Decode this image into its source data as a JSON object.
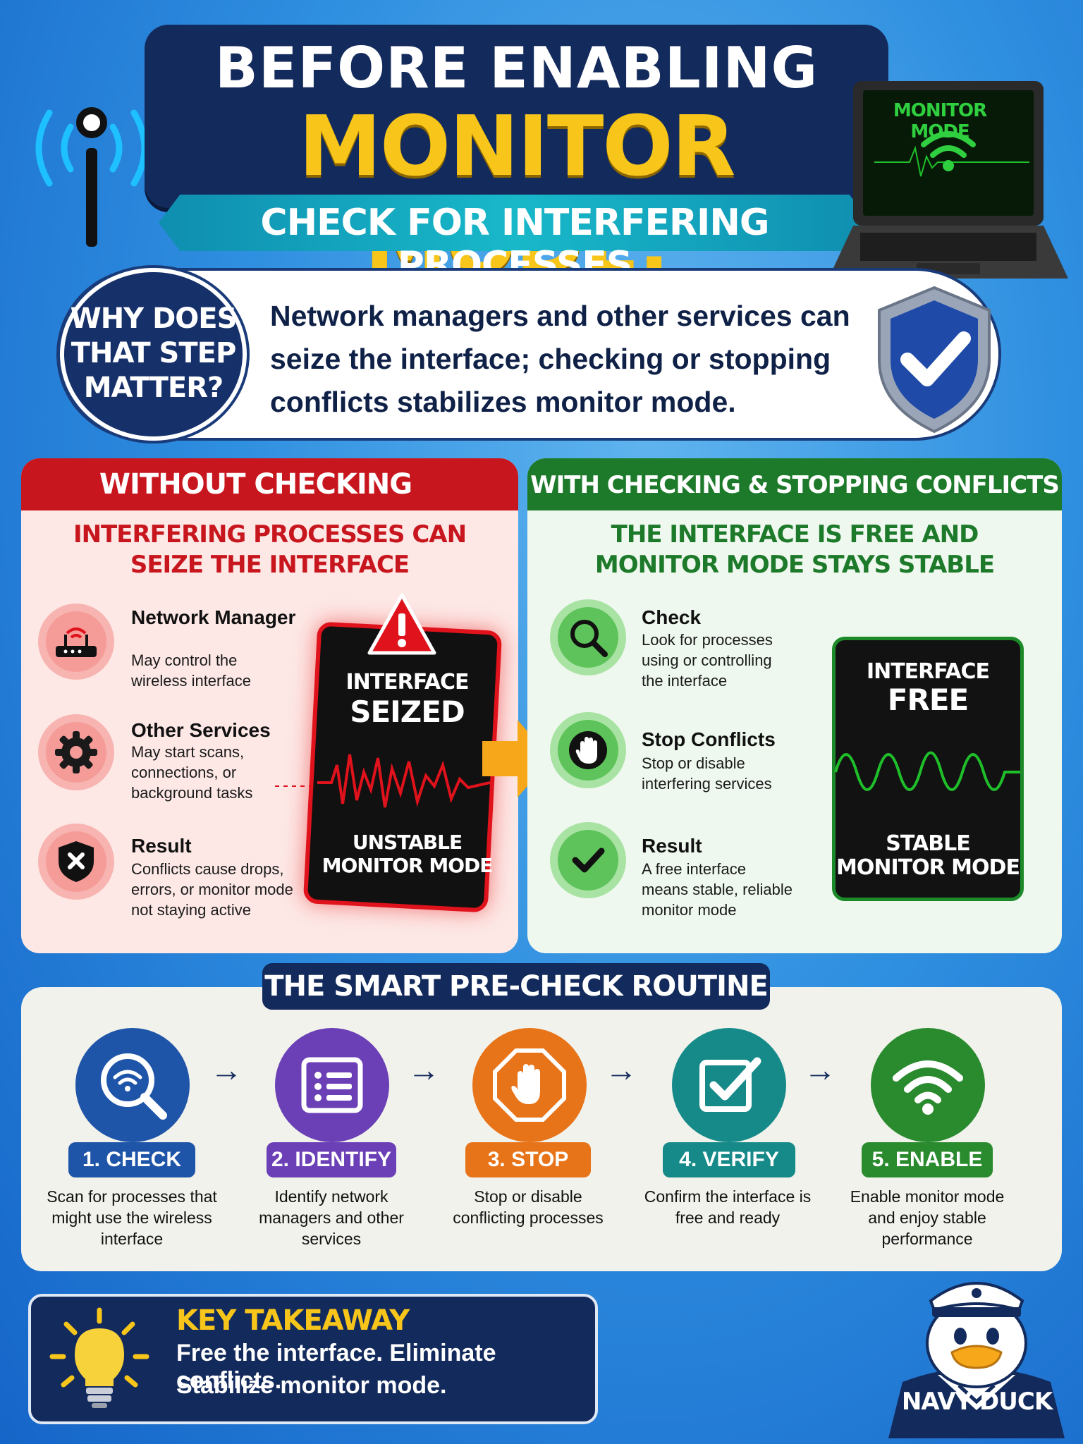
{
  "header": {
    "line1": "BEFORE ENABLING",
    "line2": "MONITOR MODE,",
    "subtitle": "CHECK FOR INTERFERING PROCESSES",
    "laptop_label": "MONITOR MODE"
  },
  "why": {
    "title": "WHY DOES THAT STEP MATTER?",
    "body": "Network managers and other services can seize the interface; checking or stopping conflicts stabilizes monitor mode."
  },
  "without": {
    "header": "WITHOUT CHECKING",
    "subtitle_line1": "INTERFERING PROCESSES CAN",
    "subtitle_line2": "SEIZE THE INTERFACE",
    "items": [
      {
        "title": "Network Manager",
        "desc": "May control the wireless interface",
        "icon": "router-icon"
      },
      {
        "title": "Other Services",
        "desc": "May start scans, connections, or background tasks",
        "icon": "gear-icon"
      },
      {
        "title": "Result",
        "desc": "Conflicts cause drops, errors, or monitor mode not staying active",
        "icon": "shield-x-icon"
      }
    ],
    "monitor_top1": "INTERFACE",
    "monitor_top2": "SEIZED",
    "monitor_bottom": "UNSTABLE MONITOR MODE"
  },
  "with": {
    "header": "WITH CHECKING & STOPPING CONFLICTS",
    "subtitle_line1": "THE INTERFACE IS FREE AND",
    "subtitle_line2": "MONITOR MODE STAYS STABLE",
    "items": [
      {
        "title": "Check",
        "desc": "Look for processes using or controlling the interface",
        "icon": "magnifier-icon"
      },
      {
        "title": "Stop Conflicts",
        "desc": "Stop or disable interfering services",
        "icon": "hand-stop-icon"
      },
      {
        "title": "Result",
        "desc": "A free interface means stable, reliable monitor mode",
        "icon": "checkmark-icon"
      }
    ],
    "monitor_top1": "INTERFACE",
    "monitor_top2": "FREE",
    "monitor_bottom": "STABLE MONITOR MODE"
  },
  "routine": {
    "title": "THE SMART PRE-CHECK ROUTINE",
    "arrow": "→",
    "steps": [
      {
        "label": "1. CHECK",
        "desc": "Scan for processes that might use the wireless interface",
        "color": "#1f55a8",
        "icon": "wifi-search-icon"
      },
      {
        "label": "2. IDENTIFY",
        "desc": "Identify network managers and other services",
        "color": "#6b3fb6",
        "icon": "list-icon"
      },
      {
        "label": "3. STOP",
        "desc": "Stop or disable conflicting processes",
        "color": "#e8741a",
        "icon": "stop-hand-icon"
      },
      {
        "label": "4. VERIFY",
        "desc": "Confirm the interface is free and ready",
        "color": "#168a88",
        "icon": "checkbox-icon"
      },
      {
        "label": "5. ENABLE",
        "desc": "Enable monitor mode and enjoy stable performance",
        "color": "#2a8a2e",
        "icon": "wifi-icon"
      }
    ]
  },
  "takeaway": {
    "title": "KEY TAKEAWAY",
    "line1": "Free the interface. Eliminate conflicts.",
    "line2": "Stabilize monitor mode."
  },
  "mascot": {
    "label": "NAVY DUCK"
  }
}
